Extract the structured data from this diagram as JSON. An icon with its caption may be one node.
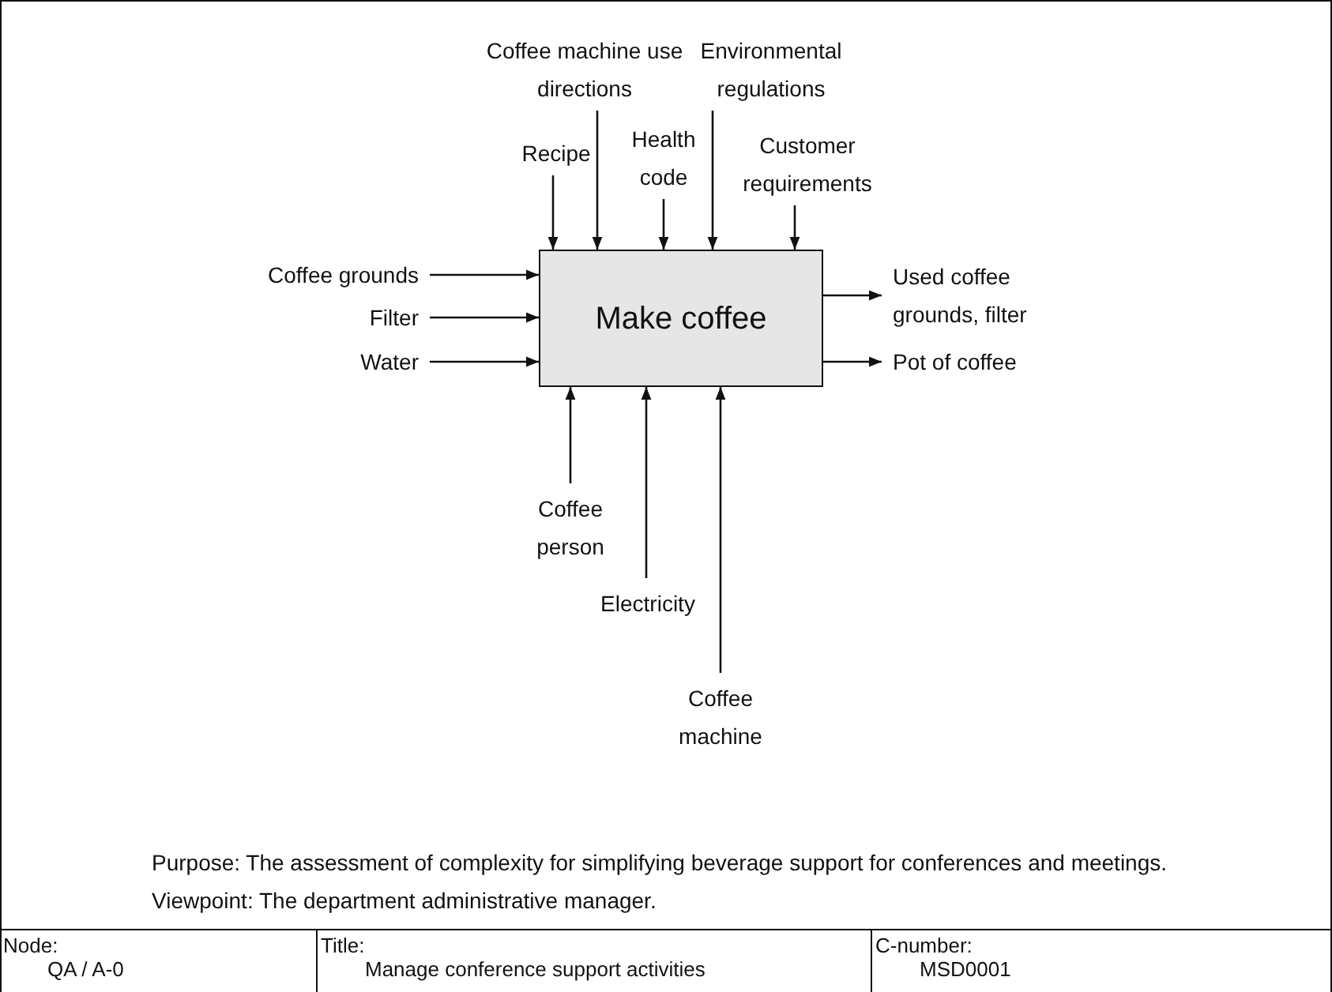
{
  "diagram": {
    "nodes": [
      {
        "text": [
          "Make coffee"
        ]
      },
      {
        "text": [
          "Coffee grounds"
        ]
      },
      {
        "text": [
          "Filter"
        ]
      },
      {
        "text": [
          "Water"
        ]
      },
      {
        "text": [
          "Recipe"
        ]
      },
      {
        "text": [
          "Coffee machine use directions"
        ]
      },
      {
        "text": [
          "Health code"
        ]
      },
      {
        "text": [
          "Environmental regulations"
        ]
      },
      {
        "text": [
          "Customer requirements"
        ]
      },
      {
        "text": [
          "Used coffee grounds, filter"
        ]
      },
      {
        "text": [
          "Pot of coffee"
        ]
      },
      {
        "text": [
          "Coffee person"
        ]
      },
      {
        "text": [
          "Electricity"
        ]
      },
      {
        "text": [
          "Coffee machine"
        ]
      }
    ],
    "edges": [
      {
        "from": 1,
        "to": 0,
        "arrow": "to"
      },
      {
        "from": 2,
        "to": 0,
        "arrow": "to"
      },
      {
        "from": 3,
        "to": 0,
        "arrow": "to"
      },
      {
        "from": 4,
        "to": 0,
        "arrow": "to"
      },
      {
        "from": 5,
        "to": 0,
        "arrow": "to"
      },
      {
        "from": 6,
        "to": 0,
        "arrow": "to"
      },
      {
        "from": 7,
        "to": 0,
        "arrow": "to"
      },
      {
        "from": 8,
        "to": 0,
        "arrow": "to"
      },
      {
        "from": 0,
        "to": 9,
        "arrow": "to"
      },
      {
        "from": 0,
        "to": 10,
        "arrow": "to"
      },
      {
        "from": 11,
        "to": 0,
        "arrow": "to"
      },
      {
        "from": 12,
        "to": 0,
        "arrow": "to"
      },
      {
        "from": 13,
        "to": 0,
        "arrow": "to"
      }
    ],
    "labels": [
      "Purpose: The assessment of complexity for simplifying beverage support for conferences and meetings.",
      "Viewpoint: The department administrative manager.",
      "Node:",
      "Title:",
      "C-number:",
      "QA / A-0",
      "Manage conference support activities",
      "MSD0001"
    ]
  }
}
